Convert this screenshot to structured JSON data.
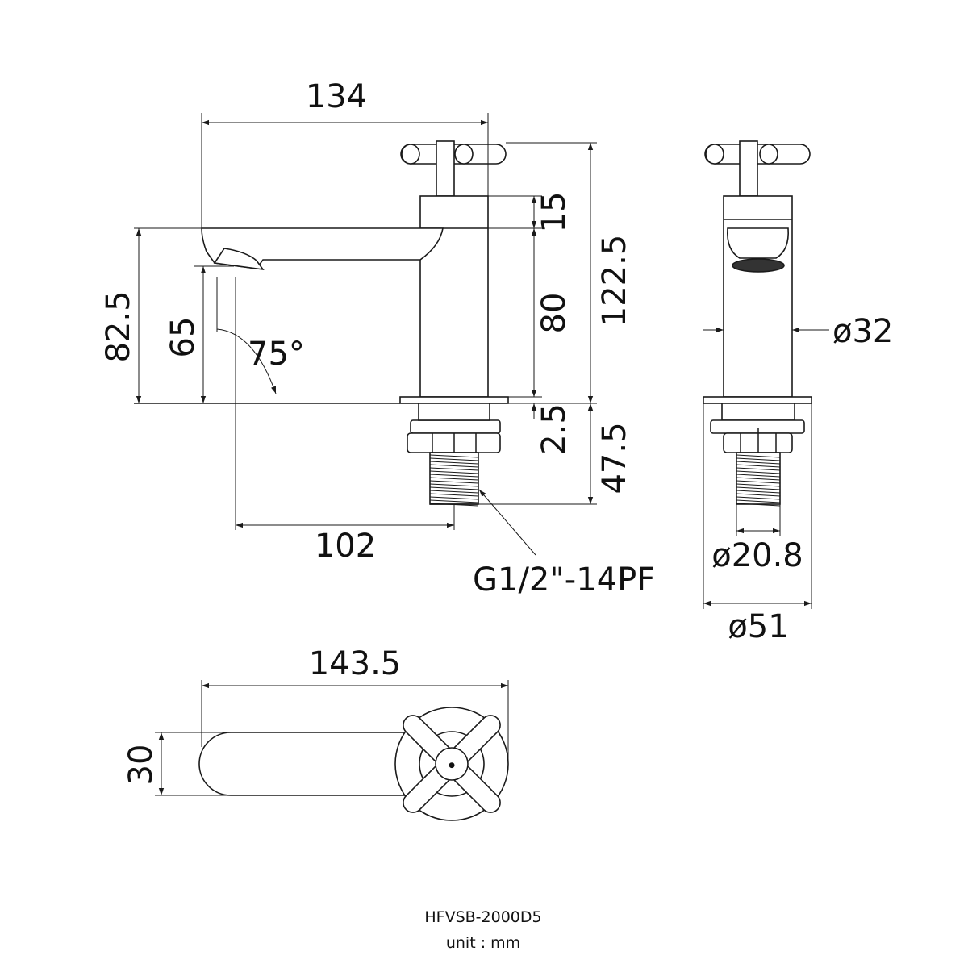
{
  "colors": {
    "line": "#1a1a1a",
    "background": "#ffffff"
  },
  "side_view": {
    "dim_total_length": "134",
    "dim_handle_height": "15",
    "dim_total_height": "122.5",
    "dim_body_height": "80",
    "dim_spout_height": "82.5",
    "dim_outlet_height": "65",
    "dim_angle": "75°",
    "dim_base_plate": "2.5",
    "dim_shank_length": "47.5",
    "dim_reach": "102",
    "thread_label": "G1/2\"-14PF"
  },
  "front_view": {
    "dim_body_diameter": "ø32",
    "dim_thread_diameter": "ø20.8",
    "dim_base_diameter": "ø51"
  },
  "top_view": {
    "dim_length": "143.5",
    "dim_width": "30"
  },
  "footer": {
    "model": "HFVSB-2000D5",
    "unit": "unit : mm"
  }
}
